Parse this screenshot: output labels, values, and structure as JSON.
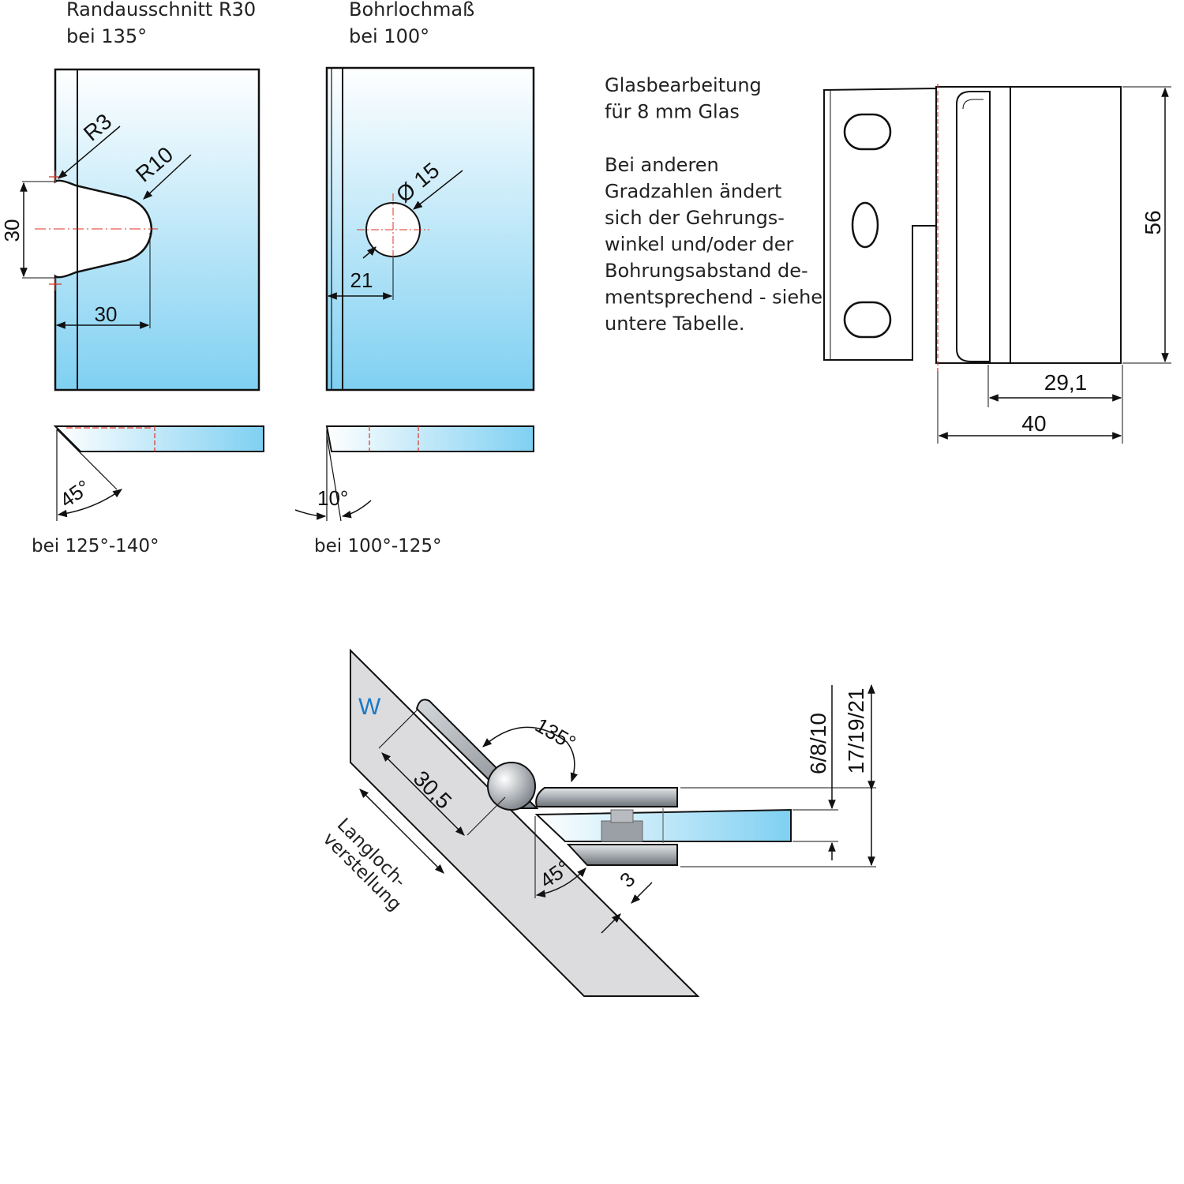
{
  "colors": {
    "glass_light": "#ffffff",
    "glass_dark": "#7fd0f2",
    "accent_red": "#e03020",
    "metal": "#9aa0a6",
    "wall": "#dcdcde",
    "wall_letter": "#1a7ac8"
  },
  "panel1": {
    "title": "Randausschnitt R30",
    "subtitle": "bei 135°",
    "r3": "R3",
    "r10": "R10",
    "dim_height": "30",
    "dim_depth": "30"
  },
  "panel2": {
    "title": "Bohrlochmaß",
    "subtitle": "bei 100°",
    "dim_diameter": "Ø 15",
    "dim_offset": "21"
  },
  "edge1": {
    "angle": "45°",
    "caption": "bei 125°-140°"
  },
  "edge2": {
    "angle": "10°",
    "caption": "bei 100°-125°"
  },
  "notes": {
    "lines_a": [
      "Glasbearbeitung",
      "für 8 mm Glas"
    ],
    "lines_b": [
      "Bei anderen",
      "Gradzahlen ändert",
      "sich der Gehrungs-",
      "winkel und/oder der",
      "Bohrungsabstand de-",
      "mentsprechend - siehe",
      "untere Tabelle."
    ]
  },
  "hinge_front": {
    "dim_height": "56",
    "dim_width_inner": "29,1",
    "dim_width_outer": "40"
  },
  "section": {
    "wall_label": "W",
    "angle_open": "135°",
    "offset": "30,5",
    "slot_line1": "Langloch-",
    "slot_line2": "verstellung",
    "angle_mitre": "45°",
    "gap": "3",
    "glass_thickness": "6/8/10",
    "clamp_thickness": "17/19/21"
  }
}
